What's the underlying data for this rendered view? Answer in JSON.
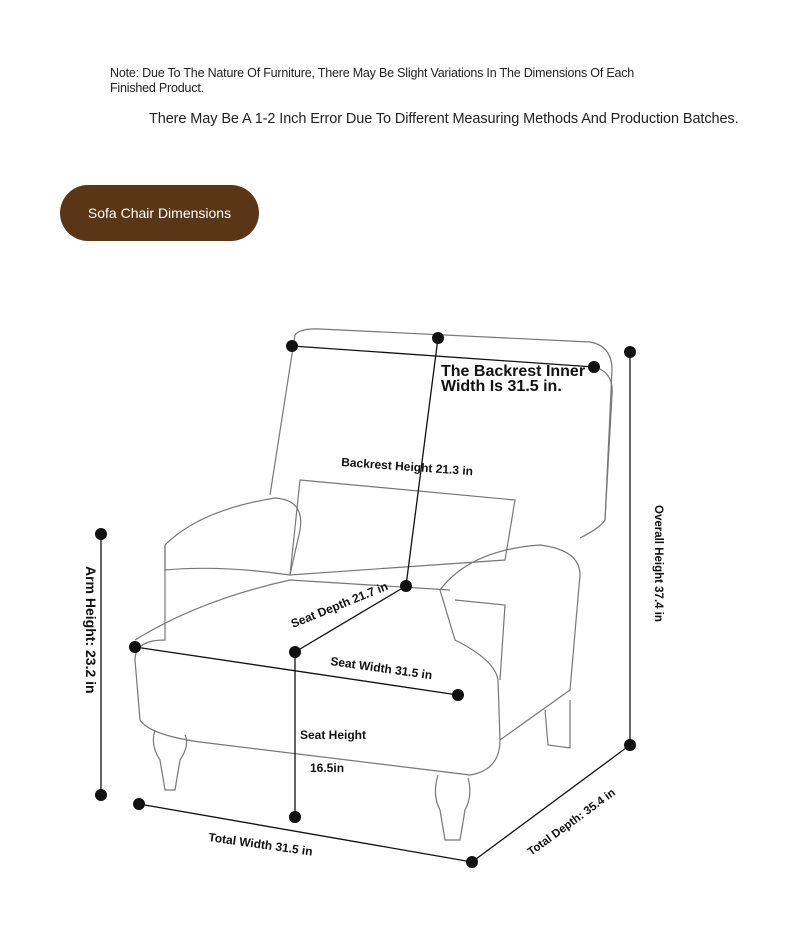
{
  "note": "Note: Due To The Nature Of Furniture, There May Be Slight Variations In The Dimensions Of Each Finished Product.",
  "error_note": "There May Be A 1-2 Inch Error Due To Different Measuring Methods And Production Batches.",
  "section_button": "Sofa Chair Dimensions",
  "dimensions": {
    "backrest_inner_line1": "The Backrest Inner",
    "backrest_inner_line2": "Width Is 31.5 in.",
    "backrest_height": "Backrest Height 21.3 in",
    "seat_depth": "Seat Depth 21.7 in",
    "seat_width": "Seat Width 31.5 in",
    "seat_height_label": "Seat Height",
    "seat_height_value": "16.5in",
    "arm_height": "Arm Height: 23.2 in",
    "overall_height": "Overall Height 37.4 in",
    "total_width": "Total Width 31.5 in",
    "total_depth": "Total Depth: 35.4 in"
  }
}
